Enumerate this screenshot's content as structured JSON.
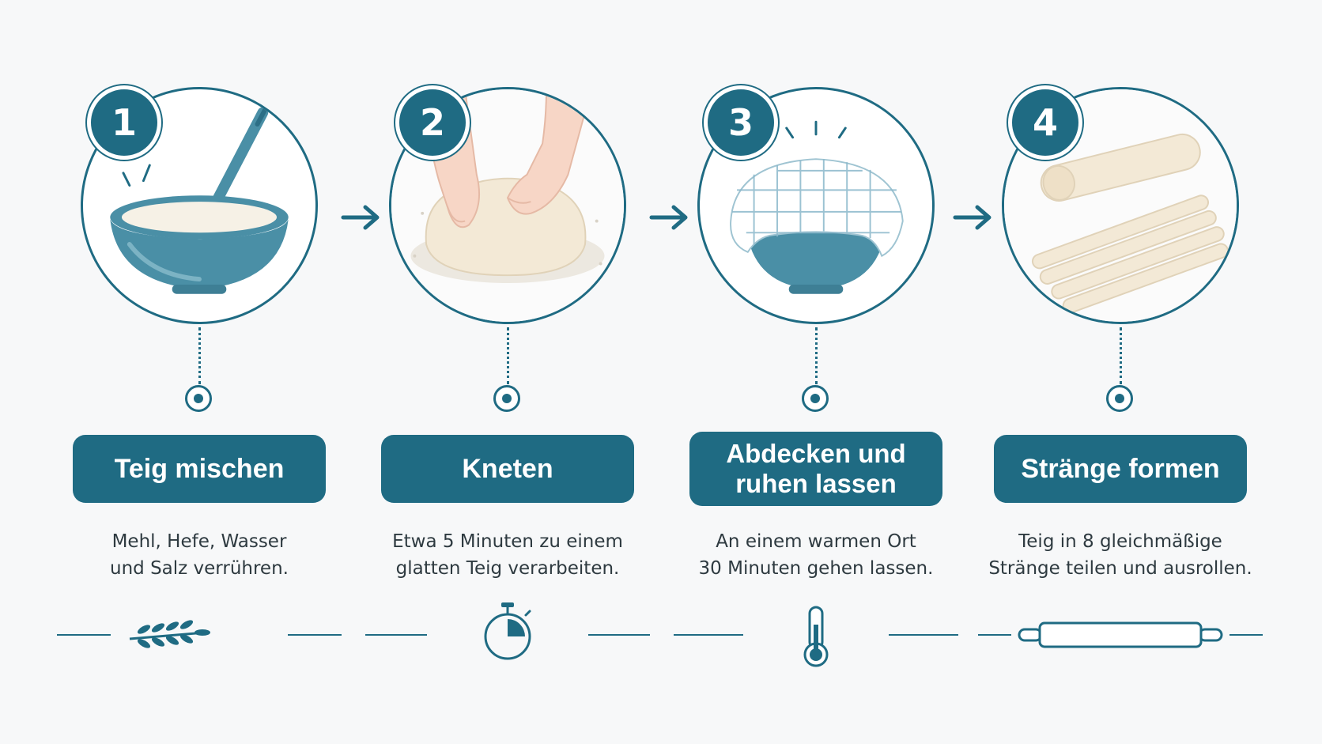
{
  "steps": [
    {
      "number": "1",
      "title": "Teig mischen",
      "desc_line1": "Mehl, Hefe, Wasser",
      "desc_line2": "und Salz verrühren.",
      "illustration": "bowl-whisk",
      "deco_icon": "wheat-icon"
    },
    {
      "number": "2",
      "title": "Kneten",
      "desc_line1": "Etwa 5 Minuten zu einem",
      "desc_line2": "glatten Teig verarbeiten.",
      "illustration": "kneading-hands",
      "deco_icon": "stopwatch-icon"
    },
    {
      "number": "3",
      "title": "Abdecken und ruhen lassen",
      "desc_line1": "An einem warmen Ort",
      "desc_line2": "30 Minuten gehen lassen.",
      "illustration": "covered-bowl",
      "deco_icon": "thermometer-icon"
    },
    {
      "number": "4",
      "title": "Stränge formen",
      "desc_line1": "Teig in 8 gleichmäßige",
      "desc_line2": "Stränge teilen und ausrollen.",
      "illustration": "dough-strands",
      "deco_icon": "rolling-pin-icon"
    }
  ],
  "colors": {
    "accent": "#1f6b83",
    "background": "#f7f8f9",
    "text": "#2e3a40",
    "bowl": "#4a8fa6",
    "dough": "#f3e9d6"
  }
}
